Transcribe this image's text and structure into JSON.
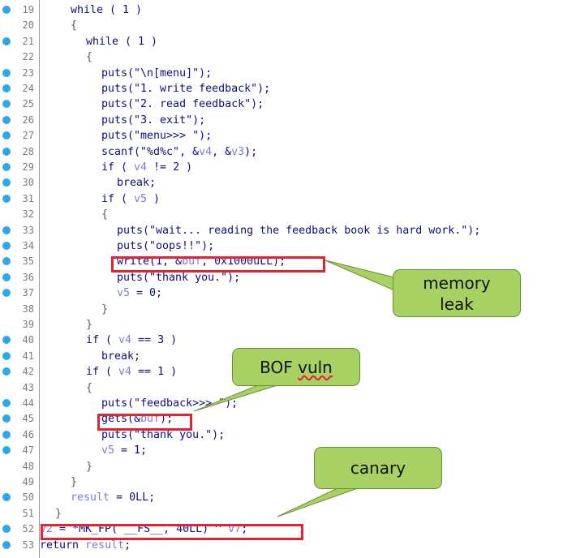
{
  "lines": [
    {
      "num": "19",
      "bp": true,
      "indent": 3,
      "parts": [
        {
          "t": "while ( 1 )"
        }
      ]
    },
    {
      "num": "20",
      "bp": false,
      "indent": 3,
      "parts": [
        {
          "t": "{",
          "c": "o"
        }
      ]
    },
    {
      "num": "21",
      "bp": true,
      "indent": 4,
      "parts": [
        {
          "t": "while ( 1 )"
        }
      ]
    },
    {
      "num": "22",
      "bp": false,
      "indent": 4,
      "parts": [
        {
          "t": "{",
          "c": "o"
        }
      ]
    },
    {
      "num": "23",
      "bp": true,
      "indent": 5,
      "parts": [
        {
          "t": "puts(\"\\n[menu]\");"
        }
      ]
    },
    {
      "num": "24",
      "bp": true,
      "indent": 5,
      "parts": [
        {
          "t": "puts(\"1. write feedback\");"
        }
      ]
    },
    {
      "num": "25",
      "bp": true,
      "indent": 5,
      "parts": [
        {
          "t": "puts(\"2. read feedback\");"
        }
      ]
    },
    {
      "num": "26",
      "bp": true,
      "indent": 5,
      "parts": [
        {
          "t": "puts(\"3. exit\");"
        }
      ]
    },
    {
      "num": "27",
      "bp": true,
      "indent": 5,
      "parts": [
        {
          "t": "puts(\"menu>>> \");"
        }
      ]
    },
    {
      "num": "28",
      "bp": true,
      "indent": 5,
      "parts": [
        {
          "t": "scanf(\"%d%c\", &"
        },
        {
          "t": "v4",
          "c": "v"
        },
        {
          "t": ", &"
        },
        {
          "t": "v3",
          "c": "v"
        },
        {
          "t": ");"
        }
      ]
    },
    {
      "num": "29",
      "bp": true,
      "indent": 5,
      "parts": [
        {
          "t": "if ( "
        },
        {
          "t": "v4",
          "c": "v"
        },
        {
          "t": " != 2 )"
        }
      ]
    },
    {
      "num": "30",
      "bp": true,
      "indent": 6,
      "parts": [
        {
          "t": "break;"
        }
      ]
    },
    {
      "num": "31",
      "bp": true,
      "indent": 5,
      "parts": [
        {
          "t": "if ( "
        },
        {
          "t": "v5",
          "c": "v"
        },
        {
          "t": " )"
        }
      ]
    },
    {
      "num": "32",
      "bp": false,
      "indent": 5,
      "parts": [
        {
          "t": "{",
          "c": "o"
        }
      ]
    },
    {
      "num": "33",
      "bp": true,
      "indent": 6,
      "parts": [
        {
          "t": "puts(\"wait... reading the feedback book is hard work.\");"
        }
      ]
    },
    {
      "num": "34",
      "bp": true,
      "indent": 6,
      "parts": [
        {
          "t": "puts(\"oops!!\");"
        }
      ]
    },
    {
      "num": "35",
      "bp": true,
      "indent": 6,
      "parts": [
        {
          "t": "write(1, &"
        },
        {
          "t": "buf",
          "c": "v"
        },
        {
          "t": ", 0x1000uLL);"
        }
      ]
    },
    {
      "num": "36",
      "bp": true,
      "indent": 6,
      "parts": [
        {
          "t": "puts(\"thank you.\");"
        }
      ]
    },
    {
      "num": "37",
      "bp": true,
      "indent": 6,
      "parts": [
        {
          "t": "v5",
          "c": "v"
        },
        {
          "t": " = 0;"
        }
      ]
    },
    {
      "num": "38",
      "bp": false,
      "indent": 5,
      "parts": [
        {
          "t": "}",
          "c": "o"
        }
      ]
    },
    {
      "num": "39",
      "bp": false,
      "indent": 4,
      "parts": [
        {
          "t": "}",
          "c": "o"
        }
      ]
    },
    {
      "num": "40",
      "bp": true,
      "indent": 4,
      "parts": [
        {
          "t": "if ( "
        },
        {
          "t": "v4",
          "c": "v"
        },
        {
          "t": " == 3 )"
        }
      ]
    },
    {
      "num": "41",
      "bp": true,
      "indent": 5,
      "parts": [
        {
          "t": "break;"
        }
      ]
    },
    {
      "num": "42",
      "bp": true,
      "indent": 4,
      "parts": [
        {
          "t": "if ( "
        },
        {
          "t": "v4",
          "c": "v"
        },
        {
          "t": " == 1 )"
        }
      ]
    },
    {
      "num": "43",
      "bp": false,
      "indent": 4,
      "parts": [
        {
          "t": "{",
          "c": "o"
        }
      ]
    },
    {
      "num": "44",
      "bp": true,
      "indent": 5,
      "parts": [
        {
          "t": "puts(\"feedback>>> \");"
        }
      ]
    },
    {
      "num": "45",
      "bp": true,
      "indent": 5,
      "parts": [
        {
          "t": "gets(&"
        },
        {
          "t": "buf",
          "c": "v"
        },
        {
          "t": ");"
        }
      ]
    },
    {
      "num": "46",
      "bp": true,
      "indent": 5,
      "parts": [
        {
          "t": "puts(\"thank you.\");"
        }
      ]
    },
    {
      "num": "47",
      "bp": true,
      "indent": 5,
      "parts": [
        {
          "t": "v5",
          "c": "v"
        },
        {
          "t": " = 1;"
        }
      ]
    },
    {
      "num": "48",
      "bp": false,
      "indent": 4,
      "parts": [
        {
          "t": "}",
          "c": "o"
        }
      ]
    },
    {
      "num": "49",
      "bp": false,
      "indent": 3,
      "parts": [
        {
          "t": "}",
          "c": "o"
        }
      ]
    },
    {
      "num": "50",
      "bp": true,
      "indent": 3,
      "parts": [
        {
          "t": "result",
          "c": "v"
        },
        {
          "t": " = 0LL;"
        }
      ]
    },
    {
      "num": "51",
      "bp": false,
      "indent": 2,
      "parts": [
        {
          "t": "}",
          "c": "o"
        }
      ]
    },
    {
      "num": "52",
      "bp": true,
      "indent": 1,
      "parts": [
        {
          "t": "v2",
          "c": "v"
        },
        {
          "t": " = *MK_FP( __FS__, 40LL) ^ "
        },
        {
          "t": "v7",
          "c": "v"
        },
        {
          "t": ";"
        }
      ]
    },
    {
      "num": "53",
      "bp": true,
      "indent": 1,
      "parts": [
        {
          "t": "return "
        },
        {
          "t": "result",
          "c": "v"
        },
        {
          "t": ";"
        }
      ]
    }
  ],
  "annotations": {
    "memory_leak": "memory\nleak",
    "bof_vuln": "BOF vuln",
    "canary": "canary"
  },
  "colors": {
    "breakpoint": "#29a9e8",
    "highlight_box": "#e22331",
    "callout_fill": "#a7d163",
    "code_text": "#0d0d80",
    "variable": "#7b7bd6"
  }
}
